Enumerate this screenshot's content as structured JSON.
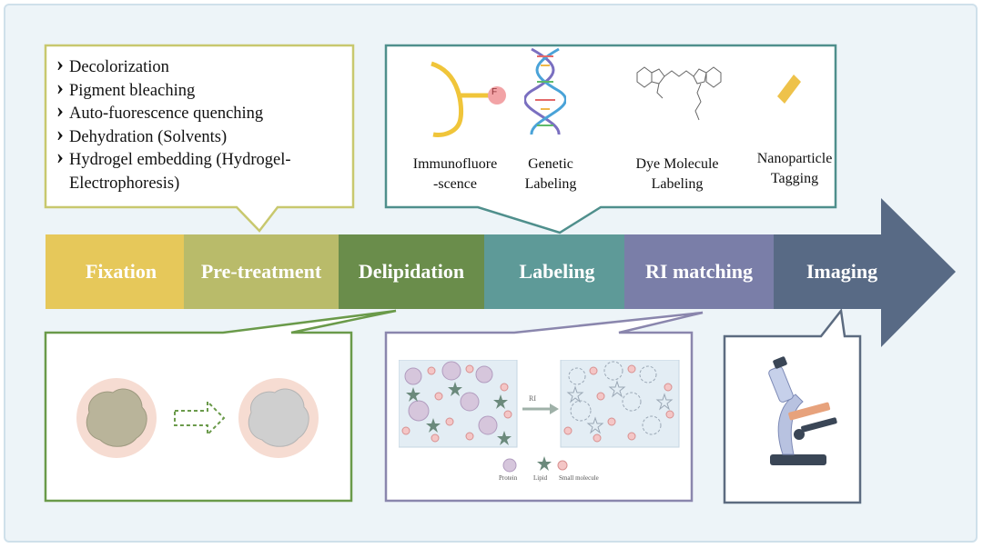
{
  "pretreatment_steps": [
    "Decolorization",
    "Pigment bleaching",
    "Auto-fuorescence quenching",
    "Dehydration (Solvents)",
    "Hydrogel embedding (Hydrogel-Electrophoresis)"
  ],
  "pipeline_stages": [
    {
      "label": "Fixation",
      "color": "#e6c85a"
    },
    {
      "label": "Pre-treatment",
      "color": "#b9bb6a"
    },
    {
      "label": "Delipidation",
      "color": "#6a8d4b"
    },
    {
      "label": "Labeling",
      "color": "#5e9a98"
    },
    {
      "label": "RI matching",
      "color": "#7a7ea8"
    },
    {
      "label": "Imaging",
      "color": "#586a85"
    }
  ],
  "labeling_methods": [
    {
      "line1": "Immunofluore",
      "line2": "-scence"
    },
    {
      "line1": "Genetic",
      "line2": "Labeling"
    },
    {
      "line1": "Dye Molecule",
      "line2": "Labeling"
    },
    {
      "line1": "Nanoparticle",
      "line2": "Tagging"
    }
  ],
  "antibody_badge": "F",
  "ri_arrow_label": "RI",
  "legend": [
    "Protein",
    "Lipid",
    "Small molecule"
  ],
  "colors": {
    "callout_pretreatment": "#c8c86e",
    "callout_labeling": "#4f8f8c",
    "callout_delipidation": "#6a9a4a",
    "callout_ri": "#8a86ad",
    "callout_imaging": "#5c6b80"
  }
}
